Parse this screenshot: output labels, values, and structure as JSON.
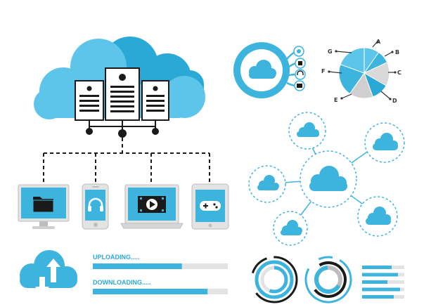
{
  "colors": {
    "primary": "#3db4dd",
    "dark": "#1e7fa8",
    "darkest": "#1a1a1a",
    "light": "#e3e3e3",
    "gray": "#bdbdbd",
    "white": "#ffffff"
  },
  "transfer": {
    "uploading_label": "UPLOADING.....",
    "uploading_progress": 0.66,
    "downloading_label": "DOWNLOADING.....",
    "downloading_progress": 0.85
  },
  "pie": {
    "labels": [
      "A",
      "B",
      "C",
      "D",
      "E",
      "F",
      "G"
    ]
  },
  "devices": [
    "desktop-folder",
    "phone-headphones",
    "laptop-video",
    "tablet-gamepad"
  ],
  "bars": [
    0.7,
    0.85,
    0.6,
    0.9,
    0.75
  ]
}
